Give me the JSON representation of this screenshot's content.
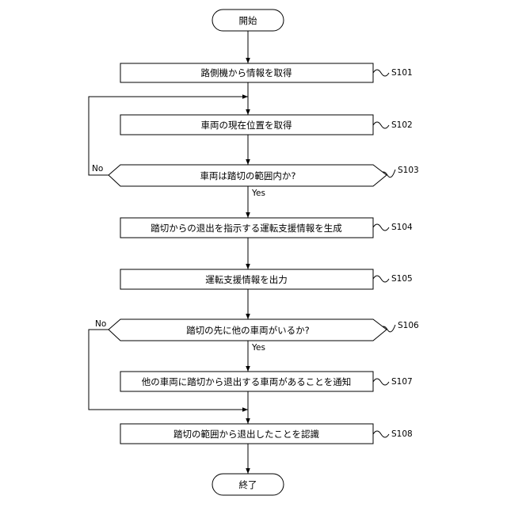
{
  "flowchart": {
    "start": "開始",
    "end": "終了",
    "steps": [
      {
        "id": "S101",
        "text": "路側機から情報を取得"
      },
      {
        "id": "S102",
        "text": "車両の現在位置を取得"
      },
      {
        "id": "S103",
        "text": "車両は踏切の範囲内か?"
      },
      {
        "id": "S104",
        "text": "踏切からの退出を指示する運転支援情報を生成"
      },
      {
        "id": "S105",
        "text": "運転支援情報を出力"
      },
      {
        "id": "S106",
        "text": "踏切の先に他の車両がいるか?"
      },
      {
        "id": "S107",
        "text": "他の車両に踏切から退出する車両があることを通知"
      },
      {
        "id": "S108",
        "text": "踏切の範囲から退出したことを認識"
      }
    ],
    "branch": {
      "yes": "Yes",
      "no": "No"
    }
  }
}
